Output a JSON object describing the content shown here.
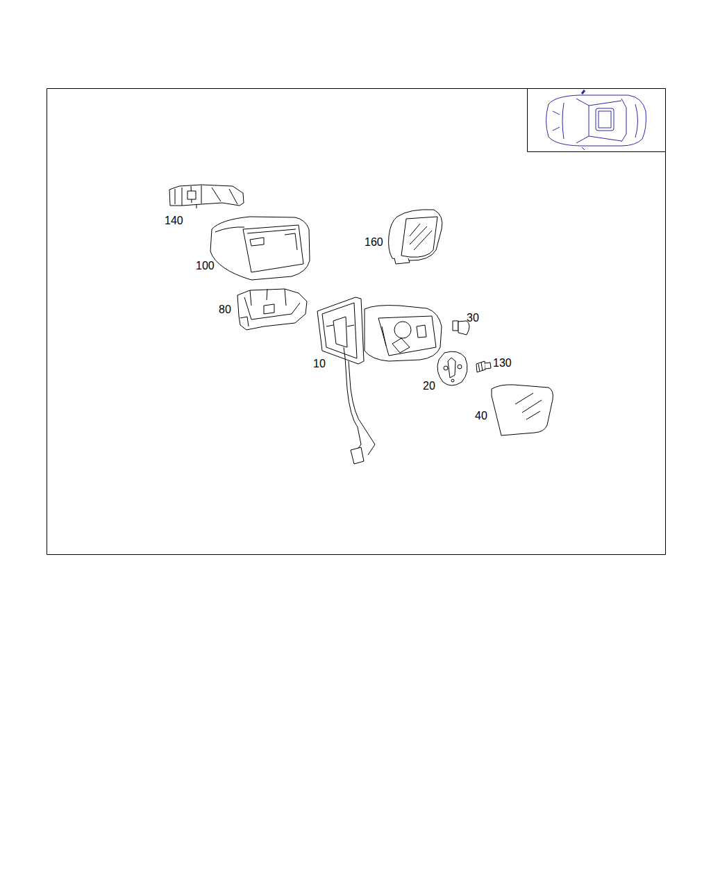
{
  "diagram": {
    "labels": [
      "140",
      "100",
      "160",
      "80",
      "10",
      "30",
      "130",
      "20",
      "40"
    ]
  }
}
